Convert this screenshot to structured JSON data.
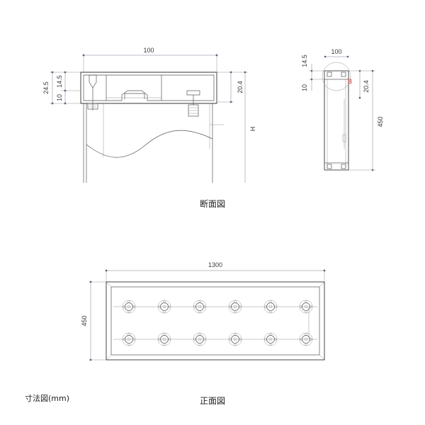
{
  "labels": {
    "top_width": "100",
    "left_outer": "24.5",
    "left_upper": "14.5",
    "left_lower": "10",
    "right_mid": "20.4",
    "height_symbol": "H",
    "side_width": "100",
    "side_upper": "14.5",
    "side_lower": "10",
    "side_mid": "20.4",
    "side_height": "450",
    "detail_marker": "B",
    "front_width": "1300",
    "front_height": "450"
  },
  "captions": {
    "section_view": "断面図",
    "front_view": "正面図",
    "dimension_note": "寸法図(mm)"
  },
  "colors": {
    "detail_marker": "#c83232"
  },
  "front_view": {
    "fastener_rows": 2,
    "fastener_columns": 6
  }
}
